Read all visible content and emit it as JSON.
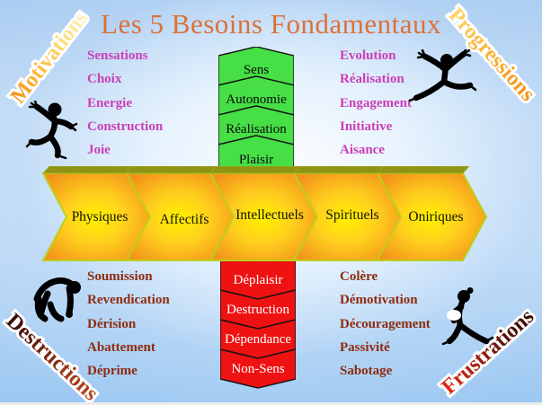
{
  "title": {
    "text": "Les 5 Besoins Fondamentaux"
  },
  "corner_words": {
    "top_left": "Motivations",
    "top_right": "Progressions",
    "bottom_left": "Destructions",
    "bottom_right": "Frustrations"
  },
  "needs_arrows": {
    "items": [
      "Physiques",
      "Affectifs",
      "Intellectuels",
      "Spirituels",
      "Oniriques"
    ]
  },
  "positive_stack": {
    "items": [
      "Sens",
      "Autonomie",
      "Réalisation",
      "Plaisir"
    ]
  },
  "negative_stack": {
    "items": [
      "Déplaisir",
      "Destruction",
      "Dépendance",
      "Non-Sens"
    ]
  },
  "motivations_list": {
    "items": [
      "Sensations",
      "Choix",
      "Energie",
      "Construction",
      "Joie"
    ]
  },
  "progressions_list": {
    "items": [
      "Evolution",
      "Réalisation",
      "Engagement",
      "Initiative",
      "Aisance"
    ]
  },
  "destructions_list": {
    "items": [
      "Soumission",
      "Revendication",
      "Dérision",
      "Abattement",
      "Déprime"
    ]
  },
  "frustrations_list": {
    "items": [
      "Colère",
      "Démotivation",
      "Découragement",
      "Passivité",
      "Sabotage"
    ]
  },
  "figures": {
    "top_left": "dancing-figure",
    "top_right": "leaping-figure",
    "bottom_left": "crouching-figure",
    "bottom_right": "running-figure"
  },
  "colors": {
    "title_orange": "#DE7038",
    "pink_text": "#CB3EB5",
    "dark_red_text": "#8E2B10",
    "stack_green": "#46DF46",
    "stack_red": "#EE1212",
    "arrow_center_yellow": "#FFF000",
    "arrow_edge_orange": "#F2921A",
    "arrow_top_olive": "#8F9414",
    "background_blue": "#A9CCF1"
  }
}
